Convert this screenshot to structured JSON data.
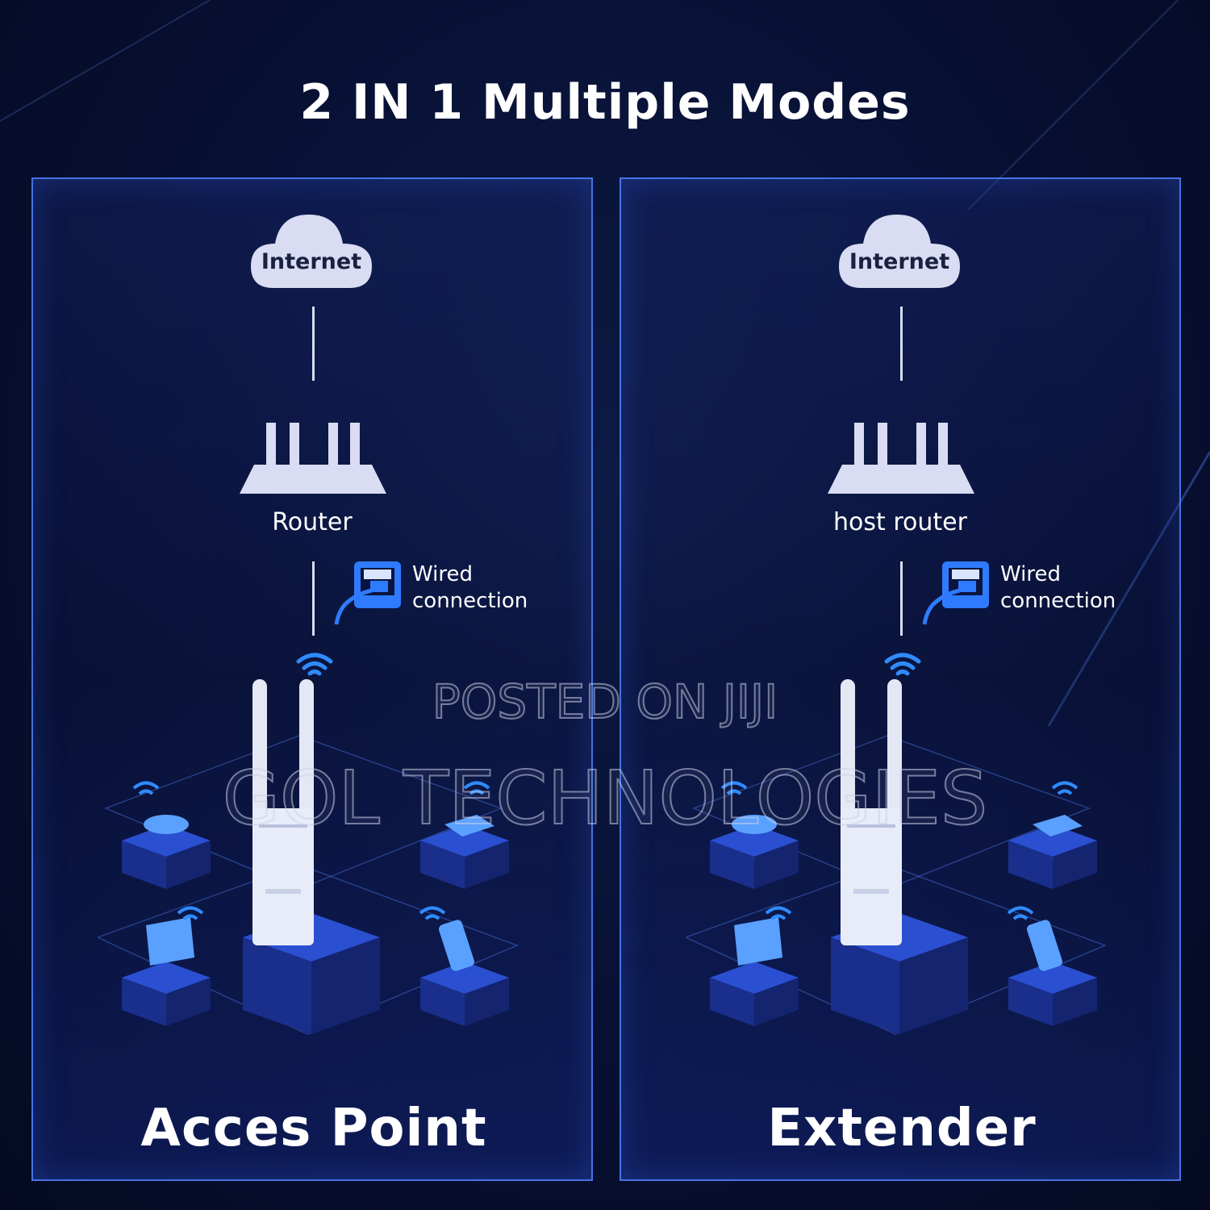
{
  "title": "2 IN 1 Multiple Modes",
  "panels": [
    {
      "cloud_label": "Internet",
      "router_label": "Router",
      "wired_label_line1": "Wired",
      "wired_label_line2": "connection",
      "mode_label": "Acces Point"
    },
    {
      "cloud_label": "Internet",
      "router_label": "host router",
      "wired_label_line1": "Wired",
      "wired_label_line2": "connection",
      "mode_label": "Extender"
    }
  ],
  "watermark": {
    "line1": "POSTED ON JIJI",
    "line2": "GOL TECHNOLOGIES"
  },
  "colors": {
    "background": "#081033",
    "panel_border": "#5082ff",
    "icon_fill": "#d9dcf2",
    "accent_blue": "#2f7bff"
  }
}
